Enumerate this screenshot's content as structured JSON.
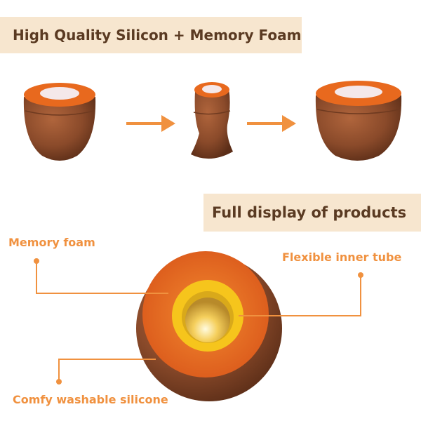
{
  "banners": {
    "top": "High Quality Silicon + Memory Foam",
    "bottom": "Full display of products"
  },
  "labels": {
    "memory_foam": "Memory foam",
    "inner_tube": "Flexible inner tube",
    "silicone": "Comfy washable silicone"
  },
  "colors": {
    "accent": "#f0913f",
    "banner_bg": "#f7e6cf",
    "banner_text": "#5a3a22",
    "silicone_brown": "#8a4a2a",
    "foam_orange": "#e8691e",
    "tube_yellow": "#f6c51c"
  },
  "icons": {
    "arrow": "right-arrow-icon"
  }
}
